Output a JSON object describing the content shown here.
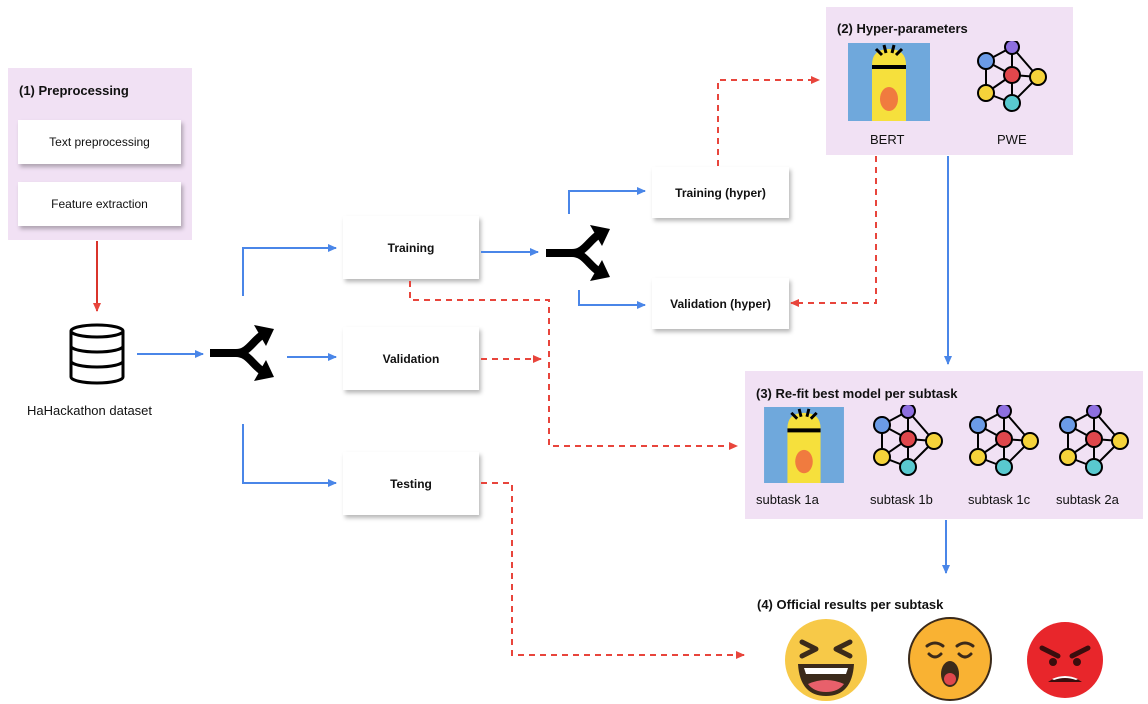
{
  "panels": {
    "preprocessing": {
      "title": "(1) Preprocessing",
      "steps": [
        "Text preprocessing",
        "Feature extraction"
      ]
    },
    "hyper": {
      "title": "(2) Hyper-parameters",
      "models": [
        "BERT",
        "PWE"
      ]
    },
    "refit": {
      "title": "(3) Re-fit best model per subtask",
      "subtasks": [
        "subtask 1a",
        "subtask 1b",
        "subtask 1c",
        "subtask 2a"
      ]
    },
    "results": {
      "title": "(4) Official results per subtask",
      "emojis": [
        "laughing-emoji-icon",
        "yawning-emoji-icon",
        "angry-emoji-icon"
      ]
    }
  },
  "dataset": {
    "label": "HaHackathon dataset",
    "icon": "database-icon"
  },
  "splits": {
    "training": "Training",
    "validation": "Validation",
    "testing": "Testing"
  },
  "hyper_splits": {
    "training": "Training (hyper)",
    "validation": "Validation (hyper)"
  },
  "colors": {
    "panel": "#f1e1f4",
    "blue_arrow": "#4a86e8",
    "red_arrow": "#e8453c",
    "red_solid": "#d9342b",
    "bert_bg": "#6fa8dc",
    "bert_face": "#f6e03c",
    "pwe_purple": "#8e6fe0",
    "pwe_red": "#e0474c",
    "pwe_yellow": "#f5d33a",
    "pwe_teal": "#59c9cf",
    "pwe_blue": "#6b9be6"
  }
}
